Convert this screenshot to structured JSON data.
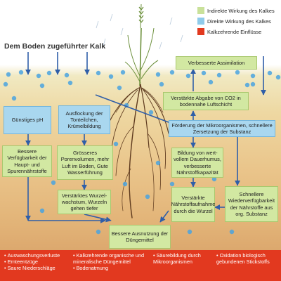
{
  "title": "Dem Boden zugeführter Kalk",
  "legend": [
    {
      "label": "Indirekte Wirkung des Kalkes",
      "color": "#c9e19a"
    },
    {
      "label": "Direkte Wirkung des Kalkes",
      "color": "#8fcbea"
    },
    {
      "label": "Kalkzehrende Einflüsse",
      "color": "#e2391f"
    }
  ],
  "boxes": {
    "assimilation": "Verbesserte Assimilation",
    "co2": "Verstärkte Abgabe von CO2 in bodennahe Luftschicht",
    "ph": "Günstiges pH",
    "ausflockung": "Ausflockung der Tonteilchen, Krümelbildung",
    "mikro": "Förderung der Mikroorganismen, schnellere Zersetzung der Substanz",
    "verfueg": "Bessere Verfügbarkeit der Haupt- und Spurennährstoffe",
    "poren": "Grösseres Porenvolumen, mehr Luft im Boden, Gute Wasserführung",
    "dauerhumus": "Bildung von wert-vollem Dauerhumus, verbesserte Nährstoffkapazität",
    "wurzel": "Verstärktes Wurzel-wachstum, Wurzeln gehen tiefer",
    "aufnahme": "Verstärkte Nährstoffaufnahme durch die Wurzel",
    "schnellere": "Schnellere Wiederverfügbarkeit der Nährstoffe aus org. Substanz",
    "ausnutzung": "Bessere Ausnutzung der Düngemittel"
  },
  "losses": {
    "col1": [
      "Auswaschungsverluste",
      "Ernteentzüge",
      "Saure Niederschläge"
    ],
    "col2": [
      "Kalkzehrende organische und mineralische Düngemittel",
      "Bodenatmung"
    ],
    "col3": [
      "Säurebildung durch Mikroorganismen"
    ],
    "col4": [
      "Oxidation biologisch gebundenen Stickstoffs"
    ]
  },
  "colors": {
    "arrow": "#2f5ea8",
    "green_box": "#d2e8a2",
    "blue_box": "#a9d7ef",
    "red_band": "#e2391f",
    "lime_dot": "#4aa3df"
  }
}
